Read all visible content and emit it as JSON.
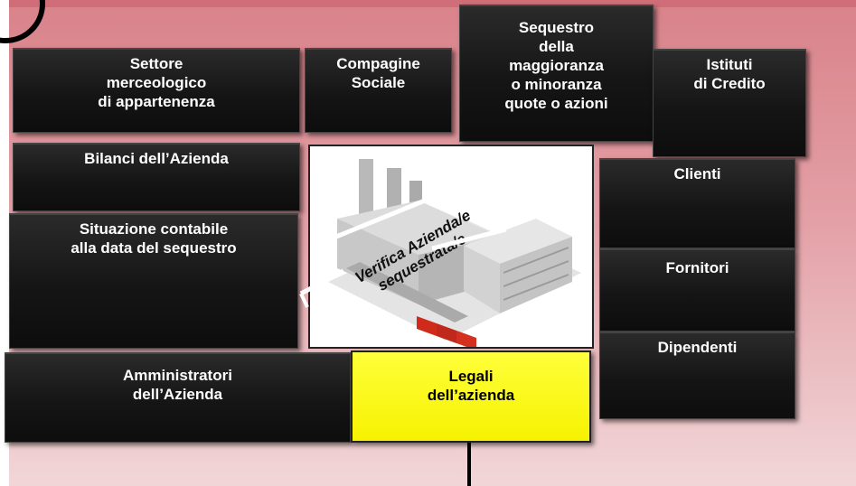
{
  "boxes": {
    "settore": "Settore\nmerceologico\ndi appartenenza",
    "compagine": "Compagine\nSociale",
    "sequestro": "Sequestro\ndella\nmaggioranza\no minoranza\nquote o azioni",
    "istituti": "Istituti\ndi Credito",
    "bilanci": "Bilanci dell’Azienda",
    "situazione": "Situazione contabile\nalla data del sequestro",
    "clienti": "Clienti",
    "fornitori": "Fornitori",
    "dipendenti": "Dipendenti",
    "amministratori": "Amministratori\ndell’Azienda",
    "legali": "Legali\ndell’azienda"
  },
  "center": {
    "line1": "Verifica Azienda/e",
    "line2": "sequestrata/e",
    "image": "factory-illustration"
  },
  "colors": {
    "panel": "#dc8a92",
    "box": "#151515",
    "highlight": "#ffff1a"
  }
}
